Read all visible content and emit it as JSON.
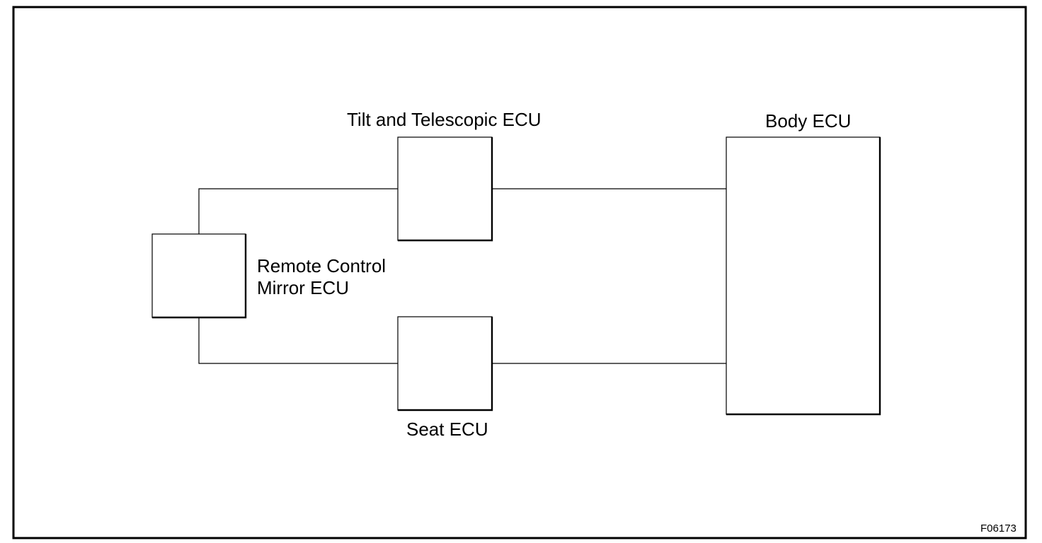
{
  "diagram": {
    "nodes": {
      "tilt_telescopic_ecu": {
        "label": "Tilt and Telescopic ECU"
      },
      "body_ecu": {
        "label": "Body ECU"
      },
      "remote_control_mirror_ecu": {
        "label_line1": "Remote Control",
        "label_line2": "Mirror ECU"
      },
      "seat_ecu": {
        "label": "Seat ECU"
      }
    },
    "connections": [
      {
        "from": "remote_control_mirror_ecu",
        "to": "tilt_telescopic_ecu"
      },
      {
        "from": "tilt_telescopic_ecu",
        "to": "body_ecu"
      },
      {
        "from": "remote_control_mirror_ecu",
        "to": "seat_ecu"
      },
      {
        "from": "seat_ecu",
        "to": "body_ecu"
      }
    ],
    "figure_code": "F06173"
  }
}
